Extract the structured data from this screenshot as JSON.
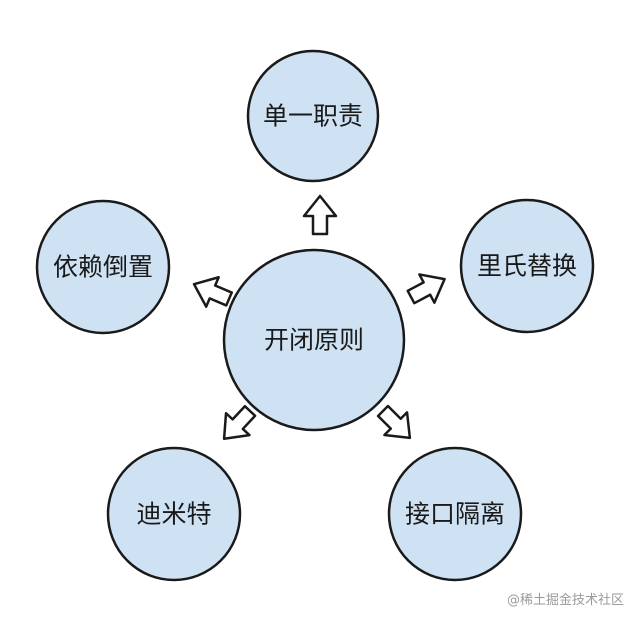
{
  "center": {
    "label": "开闭原则"
  },
  "principles": [
    {
      "id": "srp",
      "label": "单一职责"
    },
    {
      "id": "lsp",
      "label": "里氏替换"
    },
    {
      "id": "isp",
      "label": "接口隔离"
    },
    {
      "id": "lod",
      "label": "迪米特"
    },
    {
      "id": "dip",
      "label": "依赖倒置"
    }
  ],
  "watermark": "@稀土掘金技术社区",
  "colors": {
    "node_fill": "#cfe2f3",
    "stroke": "#1a1a1a",
    "arrow_fill": "#ffffff"
  }
}
